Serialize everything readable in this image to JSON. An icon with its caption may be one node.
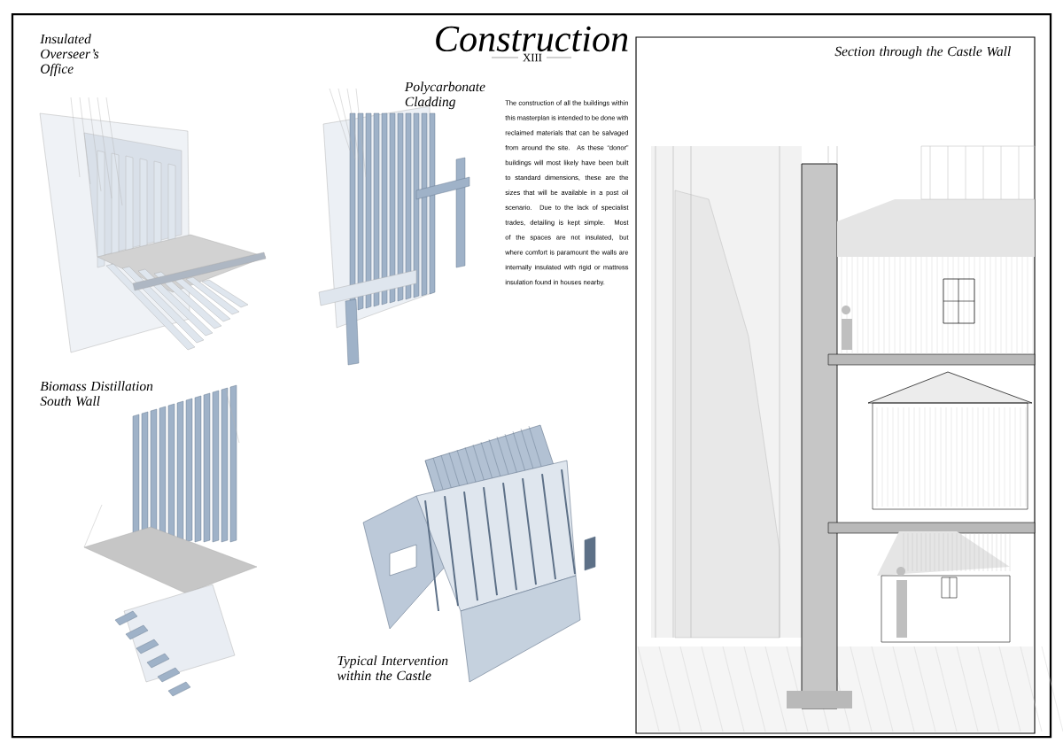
{
  "diagram": {
    "title": "Construction",
    "labels": [
      "XIII",
      "Insulated Overseer’s Office",
      "Polycarbonate Cladding",
      "The construction of all the buildings within this masterplan is intended to be done with reclaimed materials that can be salvaged from around the site. As these “donor” buildings will most likely have been built to standard dimensions, these are the sizes that will be available in a post oil scenario. Due to the lack of specialist trades, detailing is kept simple. Most of the spaces are not insulated, but where comfort is paramount the walls are internally insulated with rigid or mattress insulation found in houses nearby.",
      "Section through the Castle Wall",
      "Biomass Distillation South Wall",
      "Typical Intervention within the Castle"
    ]
  }
}
